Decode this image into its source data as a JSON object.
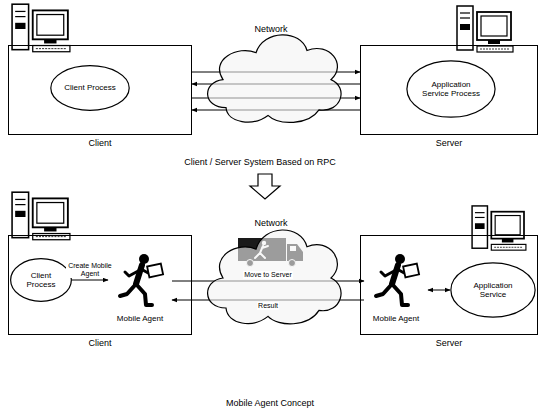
{
  "diagram": {
    "nodes": [
      {
        "text": [
          "Client"
        ]
      },
      {
        "text": [
          "Client Process"
        ],
        "in": 0
      },
      {
        "text": [
          "Network"
        ]
      },
      {
        "text": [
          "Server"
        ]
      },
      {
        "text": [
          "Application Service Process"
        ],
        "in": 3
      },
      {
        "text": [
          "Client"
        ]
      },
      {
        "text": [
          "Client Process"
        ],
        "in": 5
      },
      {
        "text": [
          "Mobile Agent"
        ],
        "in": 5
      },
      {
        "text": [
          "Network"
        ]
      },
      {
        "text": [
          "Server"
        ]
      },
      {
        "text": [
          "Mobile Agent"
        ],
        "in": 9
      },
      {
        "text": [
          "Application Service"
        ],
        "in": 9
      }
    ],
    "edges": [
      {
        "from": 0,
        "to": 3,
        "arrow": "to"
      },
      {
        "from": 3,
        "to": 0,
        "arrow": "to"
      },
      {
        "from": 0,
        "to": 3,
        "arrow": "to"
      },
      {
        "from": 3,
        "to": 0,
        "arrow": "to"
      },
      {
        "from": 6,
        "to": 7,
        "label": "Create Mobile Agent",
        "arrow": "to"
      },
      {
        "from": 7,
        "to": 10,
        "label": "Move to Server",
        "arrow": "to"
      },
      {
        "from": 10,
        "to": 7,
        "label": "Result",
        "arrow": "to"
      },
      {
        "from": 10,
        "to": 11,
        "arrow": "both"
      }
    ],
    "labels": [
      "Client / Server System Based on RPC",
      "Mobile Agent Concept"
    ]
  }
}
